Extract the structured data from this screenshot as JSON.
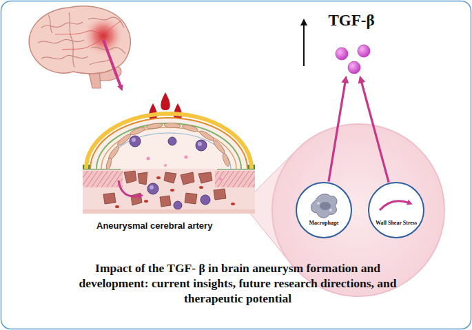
{
  "diagram": {
    "caption": "Impact of the TGF- β in brain aneurysm formation and development: current insights, future research directions, and therapeutic potential",
    "nodes": [
      {
        "text": [
          "TGF-β"
        ]
      },
      {
        "text": [
          "Macrophage"
        ]
      },
      {
        "text": [
          "Wall Shear Stress"
        ]
      }
    ],
    "edges": [
      {
        "from": 1,
        "to": 0,
        "arrow": "to"
      },
      {
        "from": 2,
        "to": 0,
        "arrow": "to"
      }
    ],
    "labels": [
      "Aneurysmal cerebral artery"
    ]
  }
}
